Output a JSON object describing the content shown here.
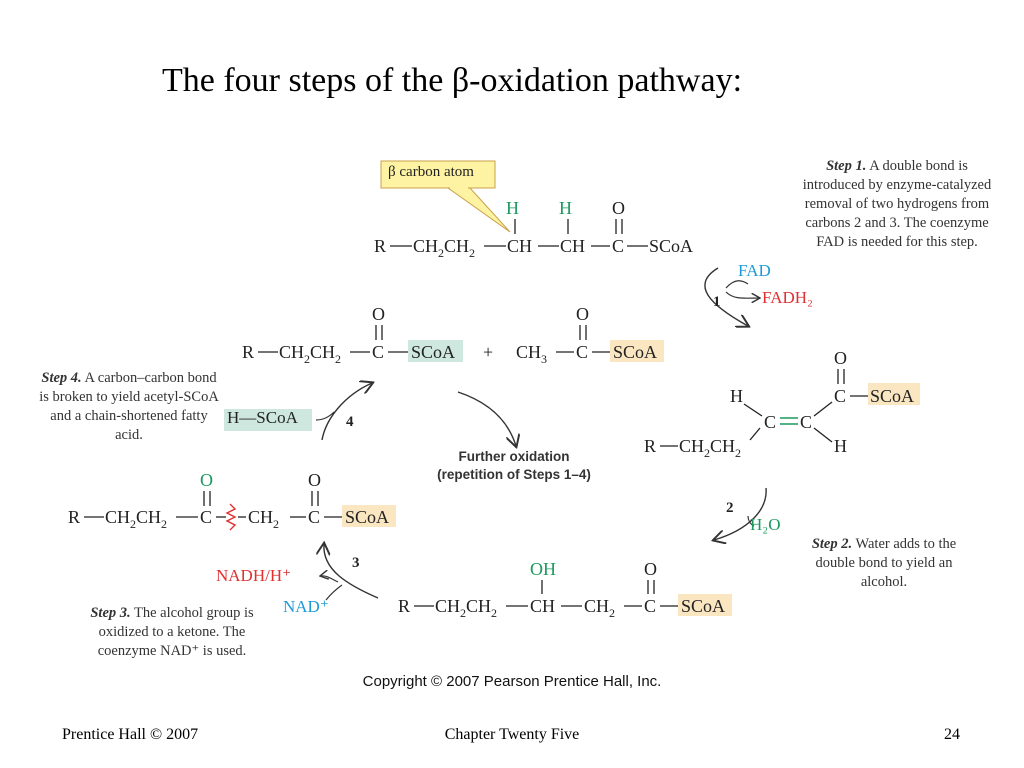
{
  "title": "The four steps of the β-oxidation pathway:",
  "callout": "β carbon atom",
  "steps": {
    "s1": {
      "label": "Step 1.",
      "text": "A double bond is introduced by enzyme-catalyzed removal of two hydrogens from carbons 2 and 3. The coenzyme FAD is needed for this step."
    },
    "s2": {
      "label": "Step 2.",
      "text": "Water adds to the double bond to yield an alcohol."
    },
    "s3": {
      "label": "Step 3.",
      "text": "The alcohol group is oxidized to a ketone. The coenzyme NAD⁺ is used."
    },
    "s4": {
      "label": "Step 4.",
      "text": "A carbon–carbon bond is broken to yield acetyl-SCoA and a chain-shortened fatty acid."
    }
  },
  "reagents": {
    "fad": "FAD",
    "fadh2": "FADH₂",
    "h2o": "H₂O",
    "nadh": "NADH/H⁺",
    "nad": "NAD⁺",
    "hscoa": "H—SCoA",
    "n1": "1",
    "n2": "2",
    "n3": "3",
    "n4": "4"
  },
  "further": {
    "line1": "Further oxidation",
    "line2": "(repetition of Steps 1–4)"
  },
  "copyright": "Copyright © 2007 Pearson Prentice Hall, Inc.",
  "footer": {
    "left": "Prentice Hall © 2007",
    "center": "Chapter Twenty Five",
    "right": "24"
  },
  "colors": {
    "green": "#1a9a5c",
    "blue": "#1e9bd7",
    "red": "#e03030",
    "scoa_tan": "#fbe6c2",
    "scoa_teal": "#cfe8df",
    "callout": "#fdf3a3"
  }
}
